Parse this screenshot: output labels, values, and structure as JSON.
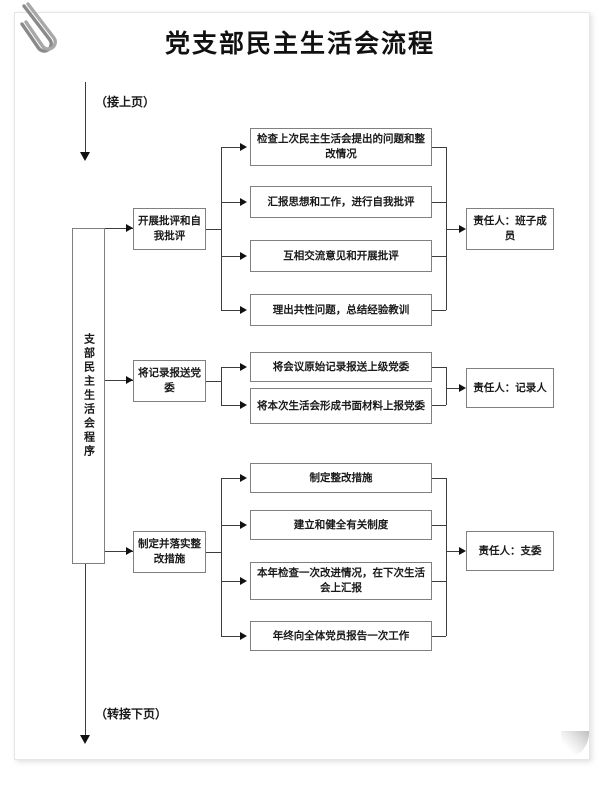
{
  "document": {
    "title": "党支部民主生活会流程",
    "top_connector_label": "（接上页）",
    "bottom_connector_label": "（转接下页）",
    "decorations": {
      "paperclip": "paperclip-icon",
      "page_curl": "page-curl-corner"
    }
  },
  "flow": {
    "spine_label": "支部民主生活会程序",
    "groups": [
      {
        "stage": "开展批评和自我批评",
        "details": [
          "检查上次民主生活会提出的问题和整改情况",
          "汇报思想和工作，进行自我批评",
          "互相交流意见和开展批评",
          "理出共性问题，总结经验教训"
        ],
        "owner": "责任人：班子成员"
      },
      {
        "stage": "将记录报送党委",
        "details": [
          "将会议原始记录报送上级党委",
          "将本次生活会形成书面材料上报党委"
        ],
        "owner": "责任人：记录人"
      },
      {
        "stage": "制定并落实整改措施",
        "details": [
          "制定整改措施",
          "建立和健全有关制度",
          "本年检查一次改进情况，在下次生活会上汇报",
          "年终向全体党员报告一次工作"
        ],
        "owner": "责任人：支委"
      }
    ]
  },
  "colors": {
    "box_border": "#808080",
    "line": "#3d3d3d",
    "text": "#1a1a1a",
    "paper": "#ffffff"
  }
}
